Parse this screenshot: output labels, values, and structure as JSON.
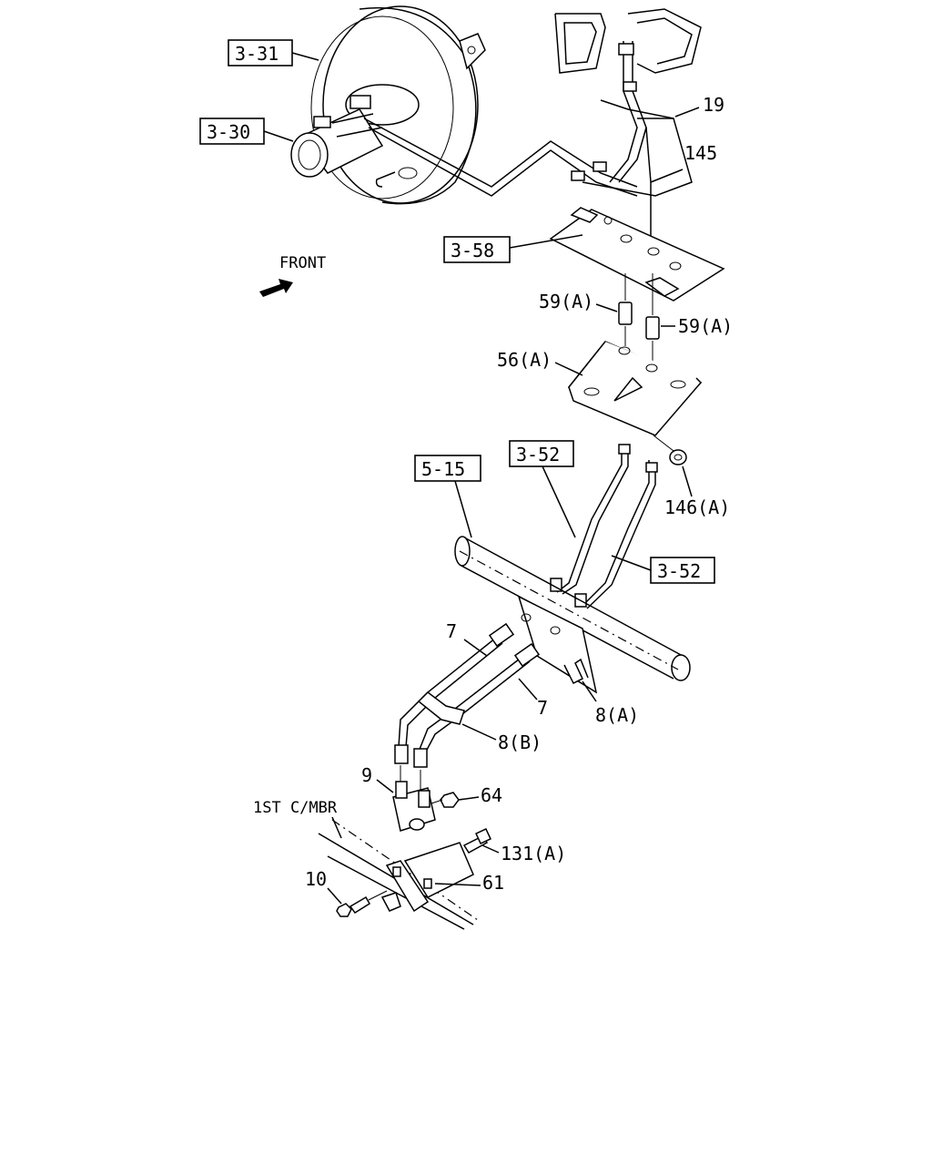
{
  "diagram": {
    "orientation_text": "FRONT",
    "member_text": "1ST C/MBR",
    "boxed_refs": {
      "r331": "3-31",
      "r330": "3-30",
      "r358": "3-58",
      "r515": "5-15",
      "r352a": "3-52",
      "r352b": "3-52"
    },
    "part_labels": {
      "p19": "19",
      "p145": "145",
      "p59a_left": "59(A)",
      "p59a_right": "59(A)",
      "p56a": "56(A)",
      "p146a": "146(A)",
      "p7a": "7",
      "p7b": "7",
      "p8a": "8(A)",
      "p8b": "8(B)",
      "p9": "9",
      "p64": "64",
      "p131a": "131(A)",
      "p10": "10",
      "p61": "61"
    }
  }
}
